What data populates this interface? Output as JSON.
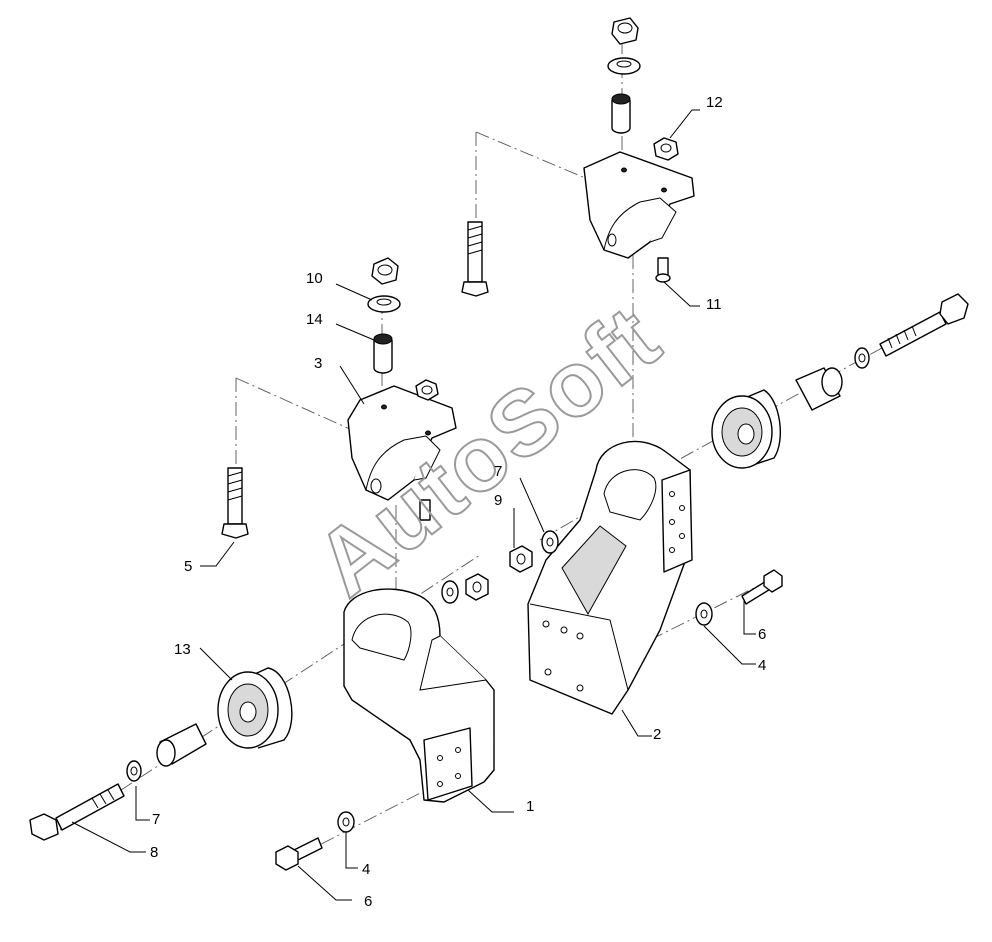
{
  "watermark": "AutoSoft",
  "callouts": [
    {
      "id": "c1",
      "label": "1"
    },
    {
      "id": "c2",
      "label": "2"
    },
    {
      "id": "c3",
      "label": "3"
    },
    {
      "id": "c4a",
      "label": "4"
    },
    {
      "id": "c4b",
      "label": "4"
    },
    {
      "id": "c5",
      "label": "5"
    },
    {
      "id": "c6a",
      "label": "6"
    },
    {
      "id": "c6b",
      "label": "6"
    },
    {
      "id": "c7a",
      "label": "7"
    },
    {
      "id": "c7b",
      "label": "7"
    },
    {
      "id": "c8",
      "label": "8"
    },
    {
      "id": "c9",
      "label": "9"
    },
    {
      "id": "c10",
      "label": "10"
    },
    {
      "id": "c11",
      "label": "11"
    },
    {
      "id": "c12",
      "label": "12"
    },
    {
      "id": "c13",
      "label": "13"
    },
    {
      "id": "c14",
      "label": "14"
    }
  ]
}
